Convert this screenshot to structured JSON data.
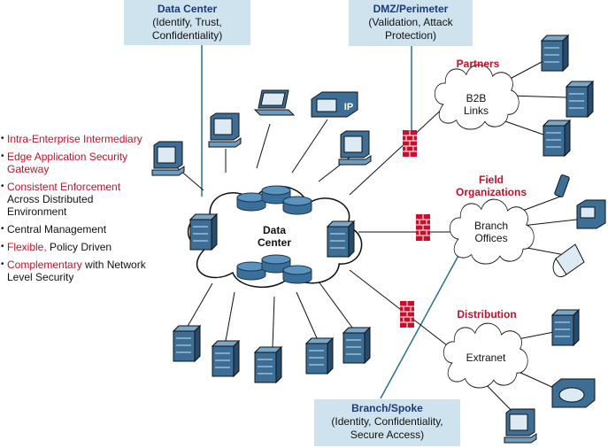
{
  "callouts": {
    "data_center": {
      "title": "Data Center",
      "sub1": "(Identify, Trust,",
      "sub2": "Confidentiality)"
    },
    "dmz": {
      "title": "DMZ/Perimeter",
      "sub1": "(Validation, Attack",
      "sub2": "Protection)"
    },
    "branch": {
      "title": "Branch/Spoke",
      "sub1": "(Identity, Confidentiality,",
      "sub2": "Secure Access)"
    }
  },
  "bullets": [
    {
      "red": "Intra-Enterprise Intermediary",
      "plain": ""
    },
    {
      "red": "Edge Application Security Gateway",
      "plain": ""
    },
    {
      "red": "Consistent Enforcement",
      "plain": "Across Distributed Environment"
    },
    {
      "red": "",
      "plain": "Central Management"
    },
    {
      "red": "Flexible,",
      "plain": "Policy Driven"
    },
    {
      "red": "Complementary",
      "plain": "with Network Level Security"
    }
  ],
  "center_cloud": {
    "line1": "Data",
    "line2": "Center"
  },
  "clouds": {
    "b2b": {
      "line1": "B2B",
      "line2": "Links"
    },
    "branch": {
      "line1": "Branch",
      "line2": "Offices"
    },
    "extranet": {
      "line1": "Extranet"
    }
  },
  "groups": {
    "partners": "Partners",
    "field1": "Field",
    "field2": "Organizations",
    "distribution": "Distribution"
  },
  "phone_label": "IP",
  "colors": {
    "accent_red": "#c0102a",
    "callout_bg": "#cfe3ee",
    "title_blue": "#1a3a7a",
    "device_blue": "#3c6e96"
  }
}
